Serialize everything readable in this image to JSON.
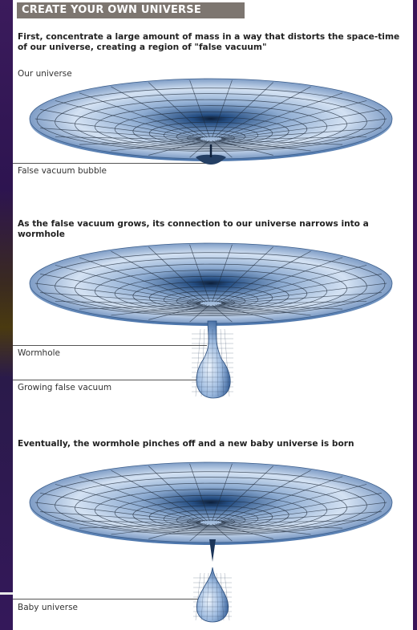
{
  "header": {
    "title": "CREATE YOUR OWN UNIVERSE"
  },
  "stages": [
    {
      "caption": "First, concentrate a large amount of mass in a way that distorts the space-time of our universe, creating a region of \"false vacuum\"",
      "labels": {
        "universe": "Our universe",
        "bubble": "False vacuum bubble"
      }
    },
    {
      "caption": "As the false vacuum grows, its connection to our universe narrows into a wormhole",
      "labels": {
        "wormhole": "Wormhole",
        "growing": "Growing false vacuum"
      }
    },
    {
      "caption": "Eventually, the wormhole pinches off and a new baby universe is born",
      "labels": {
        "baby": "Baby universe"
      }
    }
  ],
  "colors": {
    "banner": "#7d7670",
    "frame": "#3a1658",
    "surface_light": "#e9f1fb",
    "surface_dark": "#2f5f9c",
    "grid": "#1e2a3a"
  }
}
